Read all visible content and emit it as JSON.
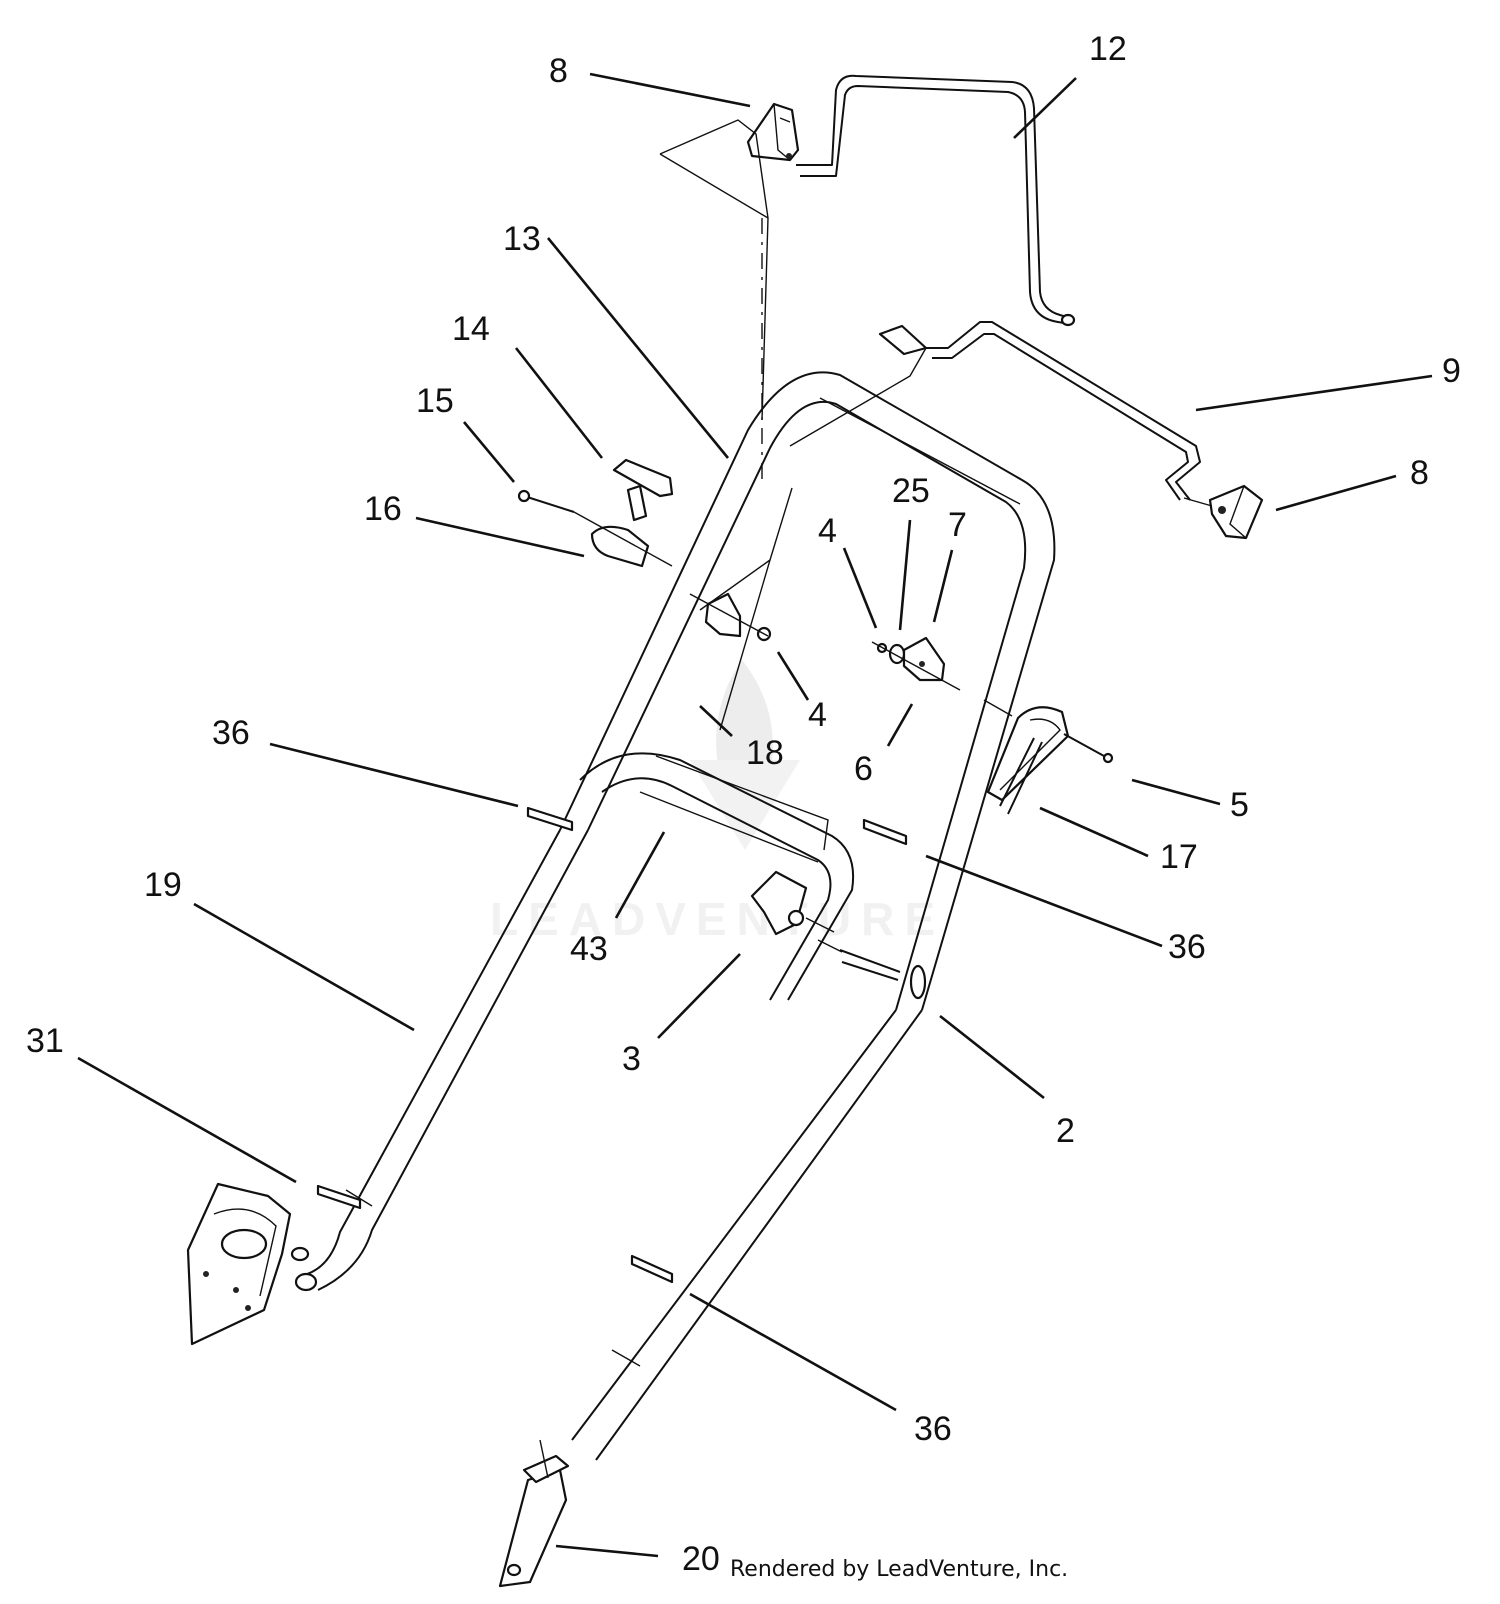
{
  "colors": {
    "ink": "#111111",
    "background": "#ffffff",
    "watermark": "#e4e4e4"
  },
  "callouts": {
    "c8_top": "8",
    "c12": "12",
    "c13": "13",
    "c14": "14",
    "c15": "15",
    "c16": "16",
    "c9": "9",
    "c8_right": "8",
    "c25": "25",
    "c4_right": "4",
    "c7": "7",
    "c4_center": "4",
    "c18": "18",
    "c6": "6",
    "c36_left": "36",
    "c5": "5",
    "c17": "17",
    "c36_right": "36",
    "c19": "19",
    "c43": "43",
    "c3": "3",
    "c2": "2",
    "c31": "31",
    "c36_bottom": "36",
    "c20": "20"
  },
  "watermark": "LEADVENTURE",
  "credit": "Rendered by LeadVenture, Inc."
}
